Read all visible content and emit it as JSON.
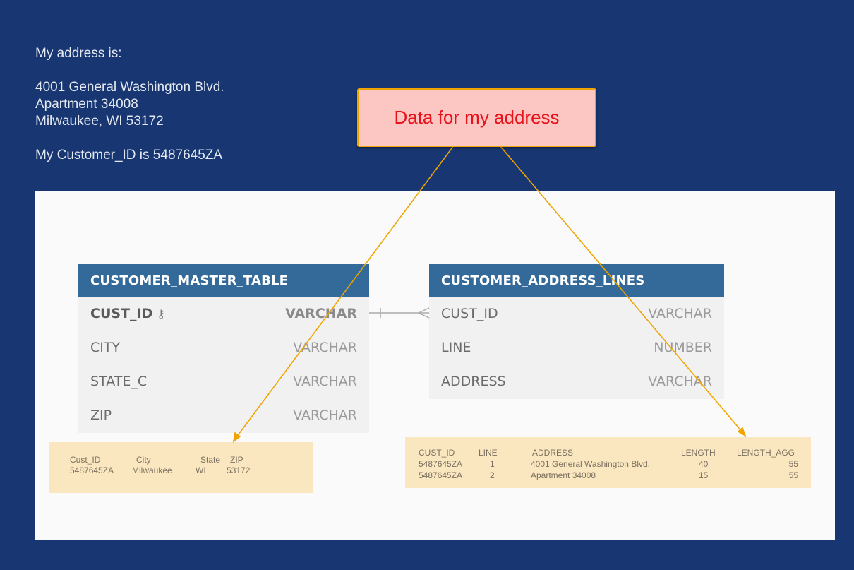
{
  "intro": {
    "line1": "My address is:",
    "address_line1": "4001 General Washington Blvd.",
    "address_line2": "Apartment 34008",
    "address_line3": "Milwaukee, WI 53172",
    "customer_id_line": "My Customer_ID is 5487645ZA"
  },
  "callout": {
    "label": "Data for my address",
    "fill_color": "#fcc7c3",
    "border_color": "#f0a400",
    "text_color": "#e8121b"
  },
  "master_table": {
    "name": "CUSTOMER_MASTER_TABLE",
    "columns": [
      {
        "name": "CUST_ID",
        "type": "VARCHAR",
        "primary_key": true,
        "icon": "key-icon"
      },
      {
        "name": "CITY",
        "type": "VARCHAR"
      },
      {
        "name": "STATE_C",
        "type": "VARCHAR"
      },
      {
        "name": "ZIP",
        "type": "VARCHAR"
      }
    ]
  },
  "address_table": {
    "name": "CUSTOMER_ADDRESS_LINES",
    "columns": [
      {
        "name": "CUST_ID",
        "type": "VARCHAR"
      },
      {
        "name": "LINE",
        "type": "NUMBER"
      },
      {
        "name": "ADDRESS",
        "type": "VARCHAR"
      }
    ]
  },
  "relationship": "one-to-many",
  "master_data": {
    "headers": [
      "Cust_ID",
      "City",
      "State",
      "ZIP"
    ],
    "row": [
      "5487645ZA",
      "Milwaukee",
      "WI",
      "53172"
    ]
  },
  "address_data": {
    "headers": [
      "CUST_ID",
      "LINE",
      "ADDRESS",
      "LENGTH",
      "LENGTH_AGG"
    ],
    "rows": [
      [
        "5487645ZA",
        "1",
        "4001 General Washington Blvd.",
        "40",
        "55"
      ],
      [
        "5487645ZA",
        "2",
        "Apartment 34008",
        "15",
        "55"
      ]
    ]
  },
  "colors": {
    "background": "#173672",
    "table_header": "#336a9a",
    "data_box": "#fbe7bf",
    "arrow": "#f0a400"
  }
}
